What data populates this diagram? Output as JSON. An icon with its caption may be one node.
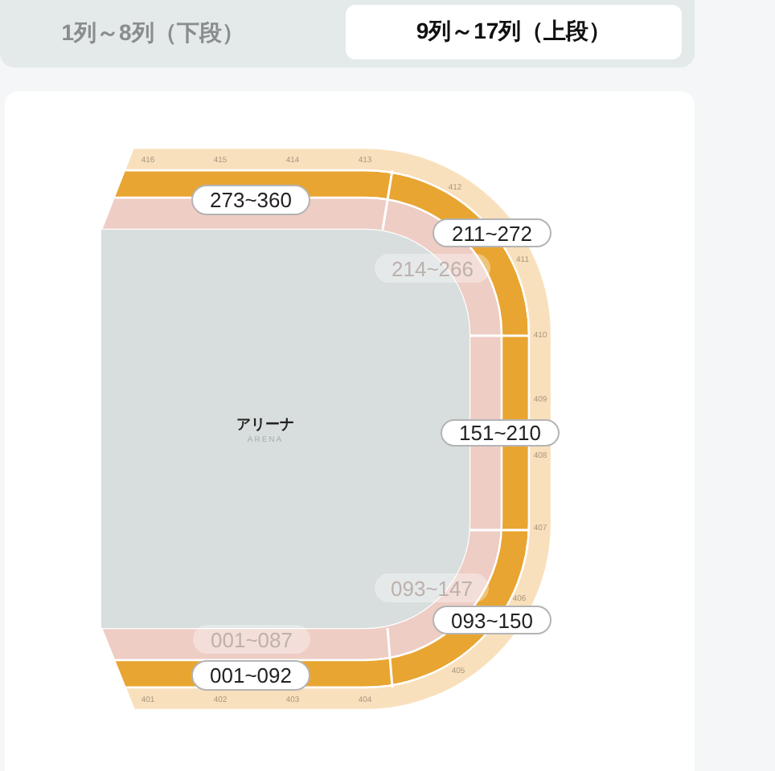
{
  "diagram": {
    "nodes": [
      {
        "text": [
          "1列～8列（下段）"
        ]
      },
      {
        "text": [
          "9列～17列（上段）"
        ]
      },
      {
        "text": [
          "273~360"
        ]
      },
      {
        "text": [
          "211~272"
        ]
      },
      {
        "text": [
          "アリーナ",
          "ARENA"
        ]
      },
      {
        "text": [
          "214~266"
        ]
      },
      {
        "text": [
          "151~210"
        ]
      },
      {
        "text": [
          "093~147"
        ]
      },
      {
        "text": [
          "093~150"
        ]
      },
      {
        "text": [
          "001~087"
        ]
      },
      {
        "text": [
          "001~092"
        ]
      }
    ],
    "labels": [
      "416",
      "415",
      "414",
      "413",
      "412",
      "411",
      "410",
      "409",
      "408",
      "407",
      "406",
      "405",
      "401",
      "402",
      "403",
      "404"
    ]
  }
}
